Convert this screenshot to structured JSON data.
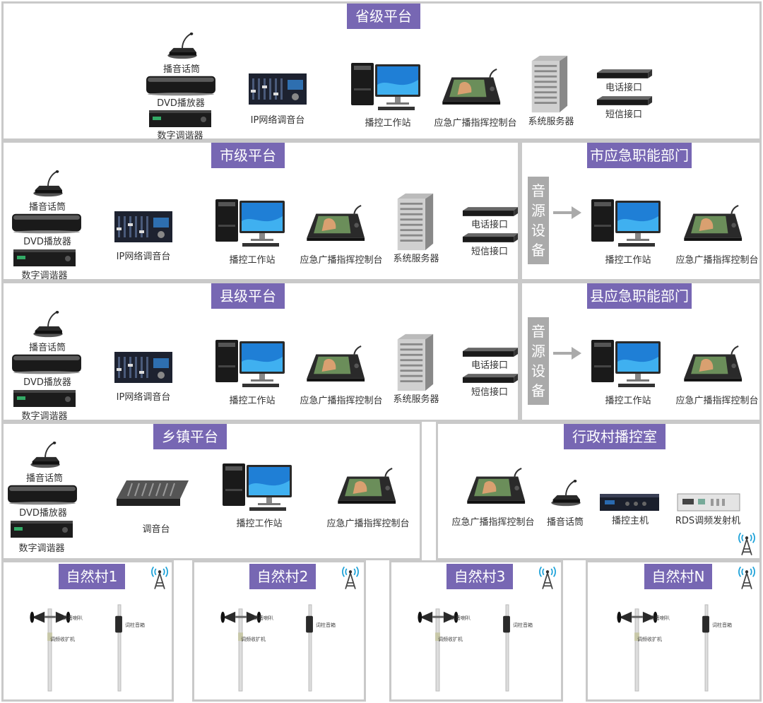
{
  "province": {
    "title": "省级平台",
    "mic": "播音话筒",
    "dvd": "DVD播放器",
    "tuner": "数字调谐器",
    "mixer": "IP网络调音台",
    "workstation": "播控工作站",
    "console": "应急广播指挥控制台",
    "server": "系统服务器",
    "phone": "电话接口",
    "sms": "短信接口"
  },
  "city": {
    "title": "市级平台",
    "mic": "播音话筒",
    "dvd": "DVD播放器",
    "tuner": "数字调谐器",
    "mixer": "IP网络调音台",
    "workstation": "播控工作站",
    "console": "应急广播指挥控制台",
    "server": "系统服务器",
    "phone": "电话接口",
    "sms": "短信接口"
  },
  "city_dept": {
    "title": "市应急职能部门",
    "source": [
      "音",
      "源",
      "设",
      "备"
    ],
    "workstation": "播控工作站",
    "console": "应急广播指挥控制台"
  },
  "county": {
    "title": "县级平台",
    "mic": "播音话筒",
    "dvd": "DVD播放器",
    "tuner": "数字调谐器",
    "mixer": "IP网络调音台",
    "workstation": "播控工作站",
    "console": "应急广播指挥控制台",
    "server": "系统服务器",
    "phone": "电话接口",
    "sms": "短信接口"
  },
  "county_dept": {
    "title": "县应急职能部门",
    "source": [
      "音",
      "源",
      "设",
      "备"
    ],
    "workstation": "播控工作站",
    "console": "应急广播指挥控制台"
  },
  "town": {
    "title": "乡镇平台",
    "mic": "播音话筒",
    "dvd": "DVD播放器",
    "tuner": "数字调谐器",
    "mixer": "调音台",
    "workstation": "播控工作站",
    "console": "应急广播指挥控制台"
  },
  "admin_village": {
    "title": "行政村播控室",
    "console": "应急广播指挥控制台",
    "mic": "播音话筒",
    "host": "播控主机",
    "rds": "RDS调频发射机"
  },
  "villages": [
    {
      "title": "自然村1",
      "horn": "高音喇叭",
      "receiver": "调频收扩机",
      "column": "词柱音箱"
    },
    {
      "title": "自然村2",
      "horn": "高音喇叭",
      "receiver": "调频收扩机",
      "column": "词柱音箱"
    },
    {
      "title": "自然村3",
      "horn": "高音喇叭",
      "receiver": "调频收扩机",
      "column": "词柱音箱"
    },
    {
      "title": "自然村N",
      "horn": "高音喇叭",
      "receiver": "调频收扩机",
      "column": "词柱音箱"
    }
  ],
  "colors": {
    "title_bg": "#7767b3",
    "border": "#c9c9c9",
    "source_bg": "#aaaaaa"
  }
}
